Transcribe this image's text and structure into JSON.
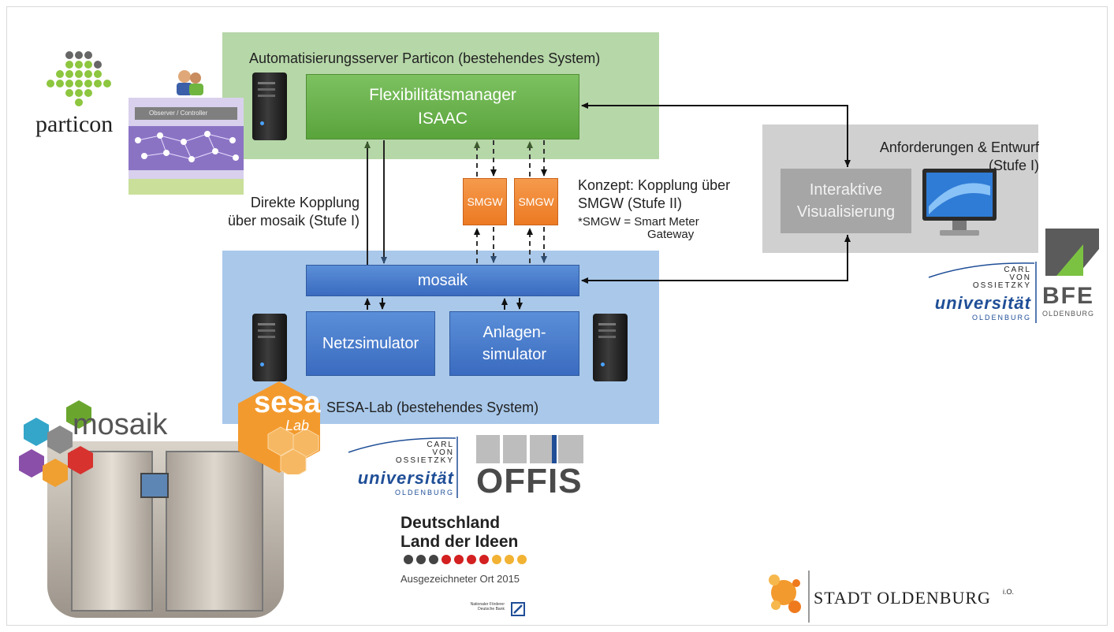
{
  "top_zone": {
    "label": "Automatisierungsserver Particon (bestehendes System)"
  },
  "flex_manager": {
    "line1": "Flexibilitätsmanager",
    "line2": "ISAAC"
  },
  "smgw_boxes": [
    {
      "label": "SMGW"
    },
    {
      "label": "SMGW"
    }
  ],
  "concept": {
    "line1": "Konzept: Kopplung über",
    "line2": "SMGW (Stufe II)",
    "line3": "*SMGW = Smart Meter",
    "line4": "Gateway"
  },
  "direct_coupling": {
    "line1": "Direkte Kopplung",
    "line2": "über mosaik (Stufe I)"
  },
  "requirements_zone": {
    "line1": "Anforderungen & Entwurf",
    "line2": "(Stufe I)"
  },
  "visualization": {
    "line1": "Interaktive",
    "line2": "Visualisierung"
  },
  "bottom_zone": {
    "label": "SESA-Lab (bestehendes System)"
  },
  "mosaik_bar": {
    "label": "mosaik"
  },
  "grid_sim": {
    "label": "Netzsimulator"
  },
  "plant_sim": {
    "line1": "Anlagen-",
    "line2": "simulator"
  },
  "logos": {
    "particon": "particon",
    "particon_panel": "Observer / Controller",
    "mosaik": "mosaik",
    "sesa_big": "sesa",
    "sesa_small": "Lab",
    "uni_lines": [
      "CARL",
      "VON",
      "OSSIETZKY"
    ],
    "uni_name": "universität",
    "uni_city": "OLDENBURG",
    "bfe": "BFE",
    "bfe_city": "OLDENBURG",
    "offis": "OFFIS",
    "dl_line1": "Deutschland",
    "dl_line2": "Land der Ideen",
    "dl_line3": "Ausgezeichneter Ort 2015",
    "dl_sponsor1": "Nationaler Förderer",
    "dl_sponsor2": "Deutsche Bank",
    "stadt": "STADT OLDENBURG",
    "stadt_suffix": "i.O."
  },
  "colors": {
    "green_zone": "#b6d7a8",
    "blue_zone": "#a9c8ea",
    "gray_zone": "#d0d0d0",
    "orange": "#ec7a23"
  }
}
